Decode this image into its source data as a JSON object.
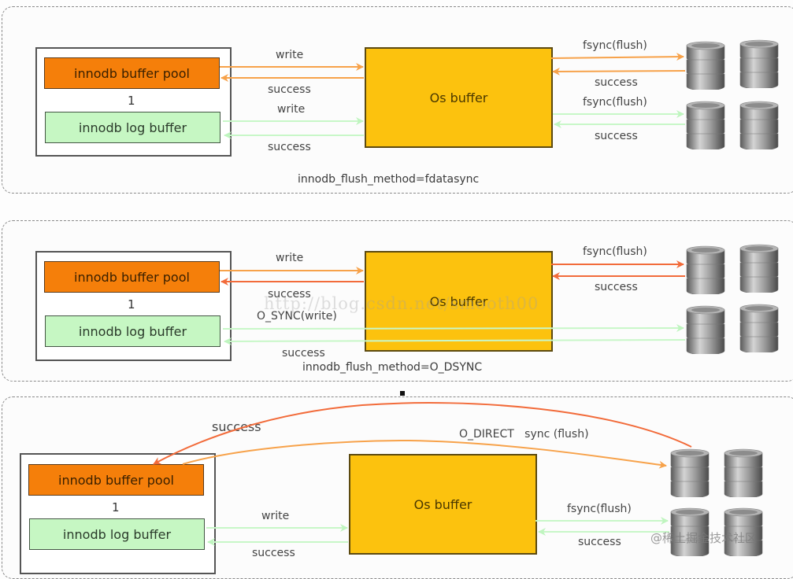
{
  "colors": {
    "buffer_pool": "#f57f0a",
    "log_buffer": "#c6f7c3",
    "os_buffer": "#fcc20e",
    "write_arrow": "#f7a24a",
    "success_arrow": "#f26b3a",
    "log_arrow": "#c8f7c8"
  },
  "panels": [
    {
      "buffer_pool_label": "innodb buffer pool",
      "separator": "1",
      "log_buffer_label": "innodb log buffer",
      "os_buffer_label": "Os buffer",
      "pool_write": "write",
      "pool_success": "success",
      "log_write": "write",
      "log_success": "success",
      "disk1_fsync": "fsync(flush)",
      "disk1_success": "success",
      "disk2_fsync": "fsync(flush)",
      "disk2_success": "success",
      "caption": "innodb_flush_method=fdatasync"
    },
    {
      "buffer_pool_label": "innodb buffer pool",
      "separator": "1",
      "log_buffer_label": "innodb log buffer",
      "os_buffer_label": "Os buffer",
      "pool_write": "write",
      "pool_success": "success",
      "log_write": "O_SYNC(write)",
      "log_success": "success",
      "disk1_fsync": "fsync(flush)",
      "disk1_success": "success",
      "caption": "innodb_flush_method=O_DSYNC"
    },
    {
      "buffer_pool_label": "innodb buffer pool",
      "separator": "1",
      "log_buffer_label": "innodb log buffer",
      "os_buffer_label": "Os buffer",
      "direct_success": "success",
      "direct_write": "O_DIRECT   sync (flush)",
      "log_write": "write",
      "log_success": "success",
      "disk2_fsync": "fsync(flush)",
      "disk2_success": "success"
    }
  ],
  "watermarks": {
    "blog": "http://blog.csdn.net/smooth00",
    "juejin": "@稀土掘金技术社区"
  },
  "icons": {
    "disk": "database-cylinder-icon"
  }
}
